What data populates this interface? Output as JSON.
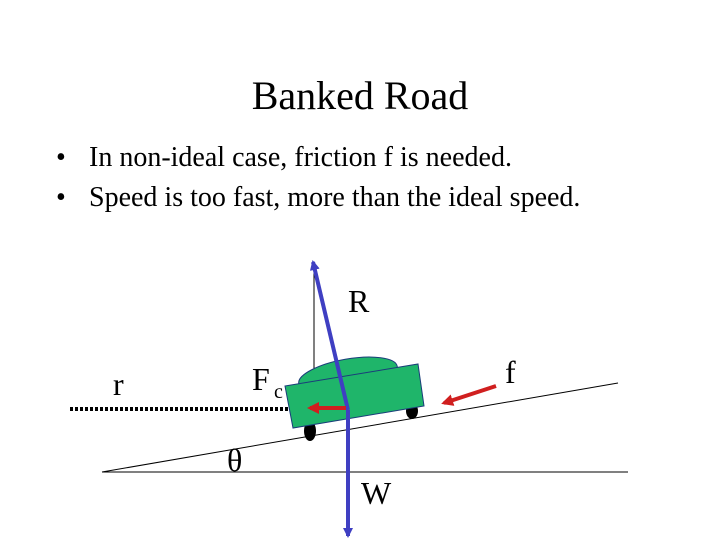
{
  "slide": {
    "title": "Banked Road",
    "bullets": [
      "In non-ideal case, friction f is needed.",
      "Speed is too fast, more than the ideal speed."
    ]
  },
  "diagram": {
    "labels": {
      "normal_force": "R",
      "friction": "f",
      "radius": "r",
      "centripetal_force": "F",
      "centripetal_subscript": "c",
      "angle": "θ",
      "weight": "W"
    },
    "colors": {
      "normal_force_arrow": "#3f3fc2",
      "weight_arrow": "#3f3fc2",
      "friction_arrow": "#d01f1f",
      "centripetal_arrow": "#d01f1f",
      "car_body": "#1fb56a",
      "car_outline": "#1a3d7a",
      "wheel": "#000000"
    }
  }
}
